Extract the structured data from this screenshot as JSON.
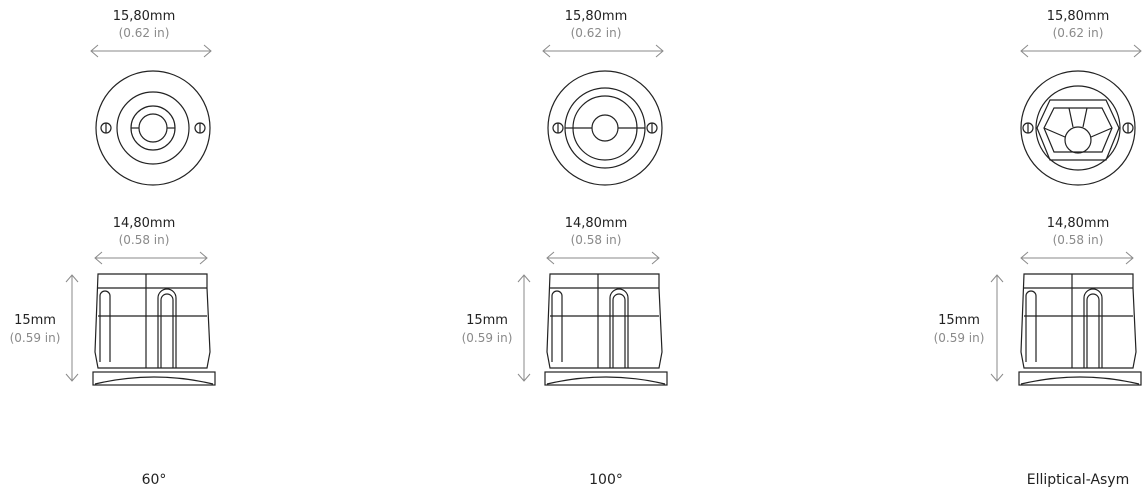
{
  "colors": {
    "line": "#222222",
    "dim_arrow": "#8a8a8a",
    "inch_text": "#8a8a8a",
    "background": "#ffffff"
  },
  "variants": [
    {
      "front_width_mm": "15,80mm",
      "front_width_in": "(0.62 in)",
      "side_width_mm": "14,80mm",
      "side_width_in": "(0.58 in)",
      "height_mm": "15mm",
      "height_in": "(0.59 in)",
      "beam_label": "60°",
      "lens_icon": "round-lens-icon"
    },
    {
      "front_width_mm": "15,80mm",
      "front_width_in": "(0.62 in)",
      "side_width_mm": "14,80mm",
      "side_width_in": "(0.58 in)",
      "height_mm": "15mm",
      "height_in": "(0.59 in)",
      "beam_label": "100°",
      "lens_icon": "round-lens-icon"
    },
    {
      "front_width_mm": "15,80mm",
      "front_width_in": "(0.62 in)",
      "side_width_mm": "14,80mm",
      "side_width_in": "(0.58 in)",
      "height_mm": "15mm",
      "height_in": "(0.59 in)",
      "beam_label": "Elliptical-Asym",
      "lens_icon": "faceted-asymmetric-lens-icon"
    }
  ]
}
